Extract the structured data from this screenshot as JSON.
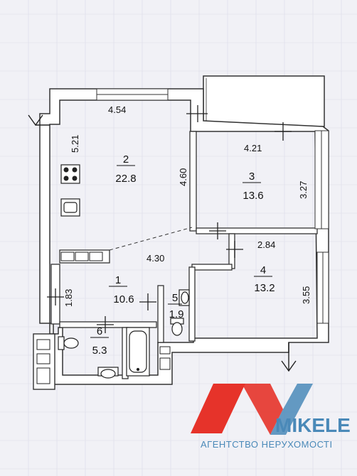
{
  "rooms": [
    {
      "number": "1",
      "area": "10.6"
    },
    {
      "number": "2",
      "area": "22.8"
    },
    {
      "number": "3",
      "area": "13.6"
    },
    {
      "number": "4",
      "area": "13.2"
    },
    {
      "number": "5",
      "area": "1.9"
    },
    {
      "number": "6",
      "area": "5.3"
    }
  ],
  "dimensions": {
    "d_454": "4.54",
    "d_521": "5.21",
    "d_460": "4.60",
    "d_421": "4.21",
    "d_327": "3.27",
    "d_430": "4.30",
    "d_284": "2.84",
    "d_183": "1.83",
    "d_355": "3.55"
  },
  "watermark": {
    "brand": "MIKELE",
    "tagline": "АГЕНТСТВО НЕРУХОМОСТІ",
    "colors": {
      "red": "#e6332a",
      "blue": "#4a89b8"
    }
  },
  "colors": {
    "background": "#f1f1f6",
    "wall_fill": "#ffffff",
    "wall_stroke": "#333333"
  }
}
